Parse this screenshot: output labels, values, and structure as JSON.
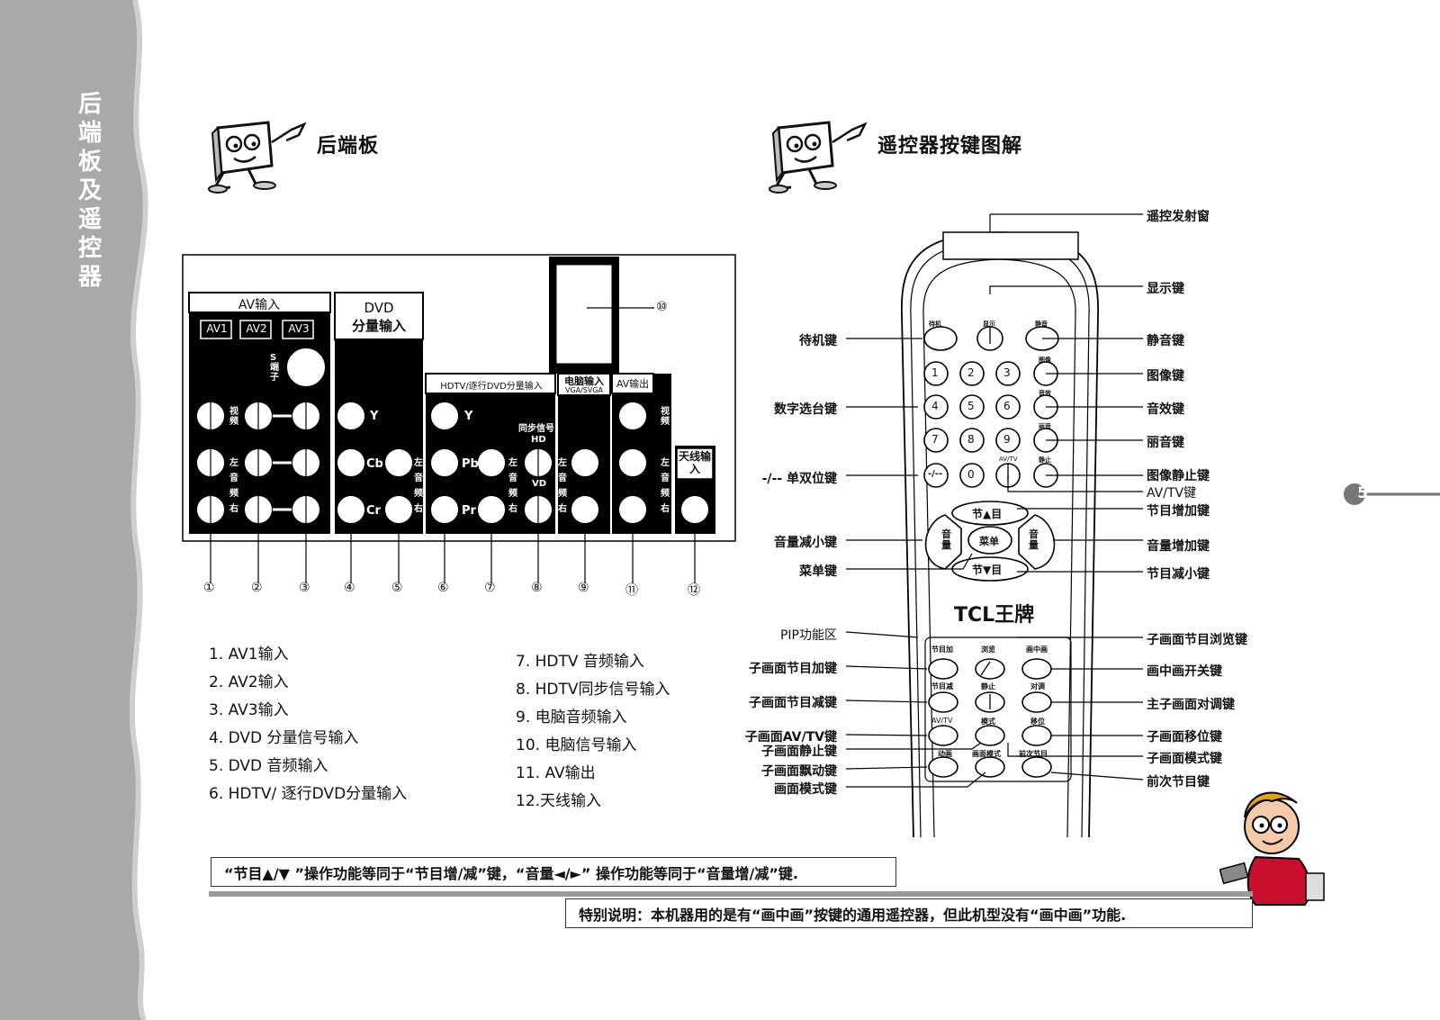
{
  "sidebar": {
    "chars": [
      "后",
      "端",
      "板",
      "及",
      "遥",
      "控",
      "器"
    ]
  },
  "page_number": "5",
  "rear_panel": {
    "heading": "后端板",
    "groups": {
      "av_in": {
        "title": "AV输入",
        "tabs": [
          "AV1",
          "AV2",
          "AV3"
        ],
        "s_terminal": "S端子",
        "video": "视频",
        "audio": "左音频右"
      },
      "dvd": {
        "title_line1": "DVD",
        "title_line2": "分量输入",
        "labels": [
          "Y",
          "Cb",
          "Cr"
        ],
        "audio": "左音频右"
      },
      "hdtv": {
        "title": "HDTV/逐行DVD分量输入",
        "labels": [
          "Y",
          "Pb",
          "Pr"
        ],
        "audio": "左音频右",
        "sync_title": "同步信号",
        "hd": "HD",
        "vd": "VD"
      },
      "pc": {
        "title": "电脑输入",
        "sub": "VGA/SVGA",
        "audio": "左音频右"
      },
      "av_out": {
        "title": "AV输出",
        "video": "视频",
        "audio": "左音频右"
      },
      "antenna": {
        "title": "天线输入"
      }
    },
    "callout_10": "⑩",
    "numbers": [
      "①",
      "②",
      "③",
      "④",
      "⑤",
      "⑥",
      "⑦",
      "⑧",
      "⑨",
      "⑪",
      "⑫"
    ]
  },
  "legend_left": [
    "1. AV1输入",
    "2. AV2输入",
    "3. AV3输入",
    "4. DVD 分量信号输入",
    "5. DVD 音频输入",
    "6. HDTV/ 逐行DVD分量输入"
  ],
  "legend_right": [
    "7. HDTV 音频输入",
    "8. HDTV同步信号输入",
    "9. 电脑音频输入",
    "10. 电脑信号输入",
    "11. AV输出",
    "12.天线输入"
  ],
  "remote": {
    "heading": "遥控器按键图解",
    "brand": "TCL王牌",
    "labels_left": [
      "待机键",
      "数字选台键",
      "-/-- 单双位键",
      "音量减小键",
      "菜单键",
      "PIP功能区",
      "子画面节目加键",
      "子画面节目减键",
      "子画面AV/TV键",
      "子画面静止键",
      "子画面飘动键",
      "画面模式键"
    ],
    "labels_right": [
      "遥控发射窗",
      "显示键",
      "静音键",
      "图像键",
      "音效键",
      "丽音键",
      "图像静止键",
      "AV/TV键",
      "节目增加键",
      "音量增加键",
      "节目减小键",
      "子画面节目浏览键",
      "画中画开关键",
      "主子画面对调键",
      "子画面移位键",
      "子画面模式键",
      "前次节目键"
    ],
    "button_texts": {
      "standby": "待机",
      "display": "显示",
      "mute": "静音",
      "image": "图像",
      "effect": "音效",
      "nicam": "丽音",
      "avtv": "AV/TV",
      "freeze": "静止",
      "digits": [
        "1",
        "2",
        "3",
        "4",
        "5",
        "6",
        "7",
        "8",
        "9",
        "0"
      ],
      "dash": "-/--",
      "prog_up": "节▲目",
      "prog_down": "节▼目",
      "vol_l": "音量",
      "vol_r": "音量",
      "menu": "菜单",
      "pip_row1": [
        "节目加",
        "浏览",
        "画中画"
      ],
      "pip_row2": [
        "节目减",
        "静止",
        "对调"
      ],
      "pip_row3": [
        "AV/TV",
        "模式",
        "移位"
      ],
      "pip_row4": [
        "动画",
        "画面模式",
        "前次节目"
      ]
    }
  },
  "notes": {
    "note1": "“节目▲/▼ ”操作功能等同于“节目增/减”键，“音量◄/►” 操作功能等同于“音量增/减”键.",
    "note2_label": "特别说明",
    "note2_text": "：本机器用的是有“画中画”按键的通用遥控器，但此机型没有“画中画”功能."
  }
}
